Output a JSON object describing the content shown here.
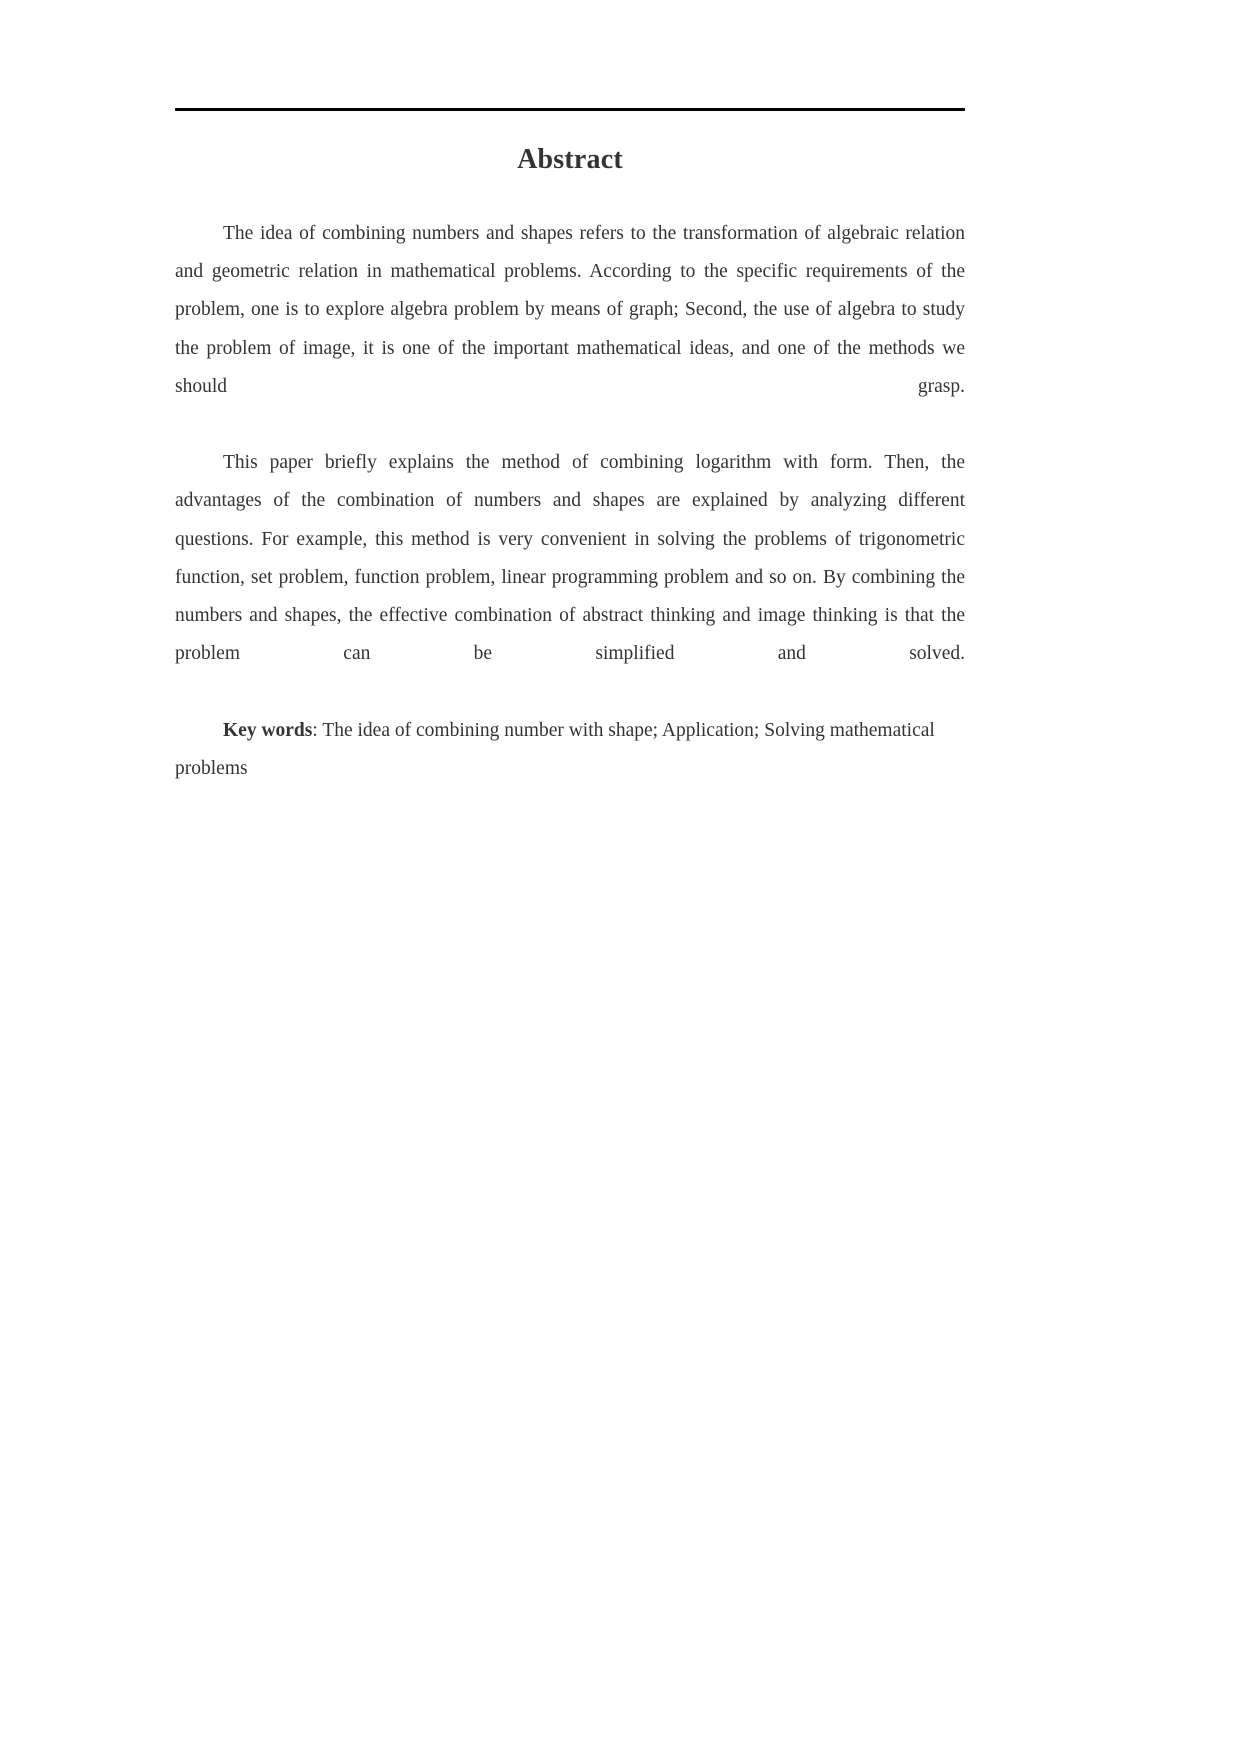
{
  "page": {
    "background_color": "#ffffff",
    "text_color": "#333333",
    "rule_color": "#000000"
  },
  "document": {
    "title": "Abstract",
    "divider": "horizontal-rule",
    "paragraphs": [
      {
        "id": "para-1",
        "text": "The idea of combining numbers and shapes refers to the transformation of algebraic relation and geometric relation in mathematical problems. According to the specific requirements of the problem, one is to explore algebra problem by means of graph; Second, the use of algebra to study the problem of image, it is one of the important mathematical ideas, and one of the methods we should grasp."
      },
      {
        "id": "para-2",
        "text": "This paper briefly explains the method of combining logarithm with form. Then, the advantages of the combination of numbers and shapes are explained by analyzing different questions. For example, this method is very convenient in solving the problems of trigonometric function, set problem, function problem, linear programming problem and so on. By combining the numbers and shapes, the effective combination of abstract thinking and image thinking is that the problem can be simplified and solved."
      }
    ],
    "keywords": {
      "label": "Key words",
      "separator": ": ",
      "text": "The idea of combining number with shape; Application; Solving mathematical problems"
    }
  }
}
